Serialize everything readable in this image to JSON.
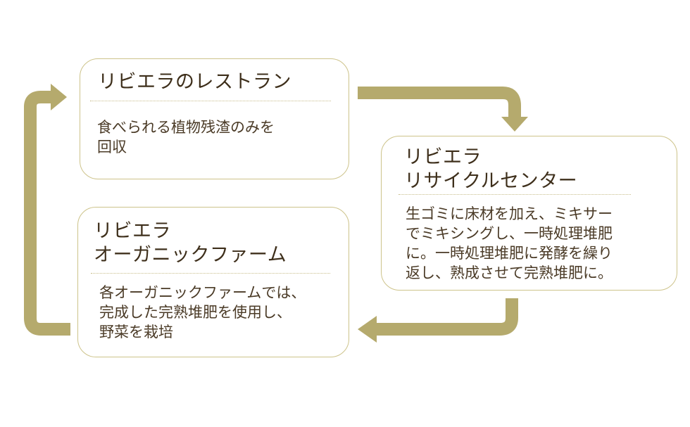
{
  "diagram": {
    "nodes": [
      {
        "id": "restaurant",
        "title": "リビエラのレストラン",
        "body": "食べられる植物残渣のみを\n回収"
      },
      {
        "id": "recycle-center",
        "title": "リビエラ\nリサイクルセンター",
        "body": "生ゴミに床材を加え、ミキサー\nでミキシングし、一時処理堆肥\nに。一時処理堆肥に発酵を繰り\n返し、熟成させて完熟堆肥に。"
      },
      {
        "id": "organic-farm",
        "title": "リビエラ\nオーガニックファーム",
        "body": "各オーガニックファームでは、\n完成した完熟堆肥を使用し、\n野菜を栽培"
      }
    ],
    "edges": [
      {
        "from": "restaurant",
        "to": "recycle-center"
      },
      {
        "from": "recycle-center",
        "to": "organic-farm"
      },
      {
        "from": "organic-farm",
        "to": "restaurant"
      }
    ],
    "colors": {
      "arrow": "#b5aa6d",
      "border": "#cdc38a",
      "title_text": "#3e2f1b",
      "body_text": "#4a3a26"
    }
  }
}
